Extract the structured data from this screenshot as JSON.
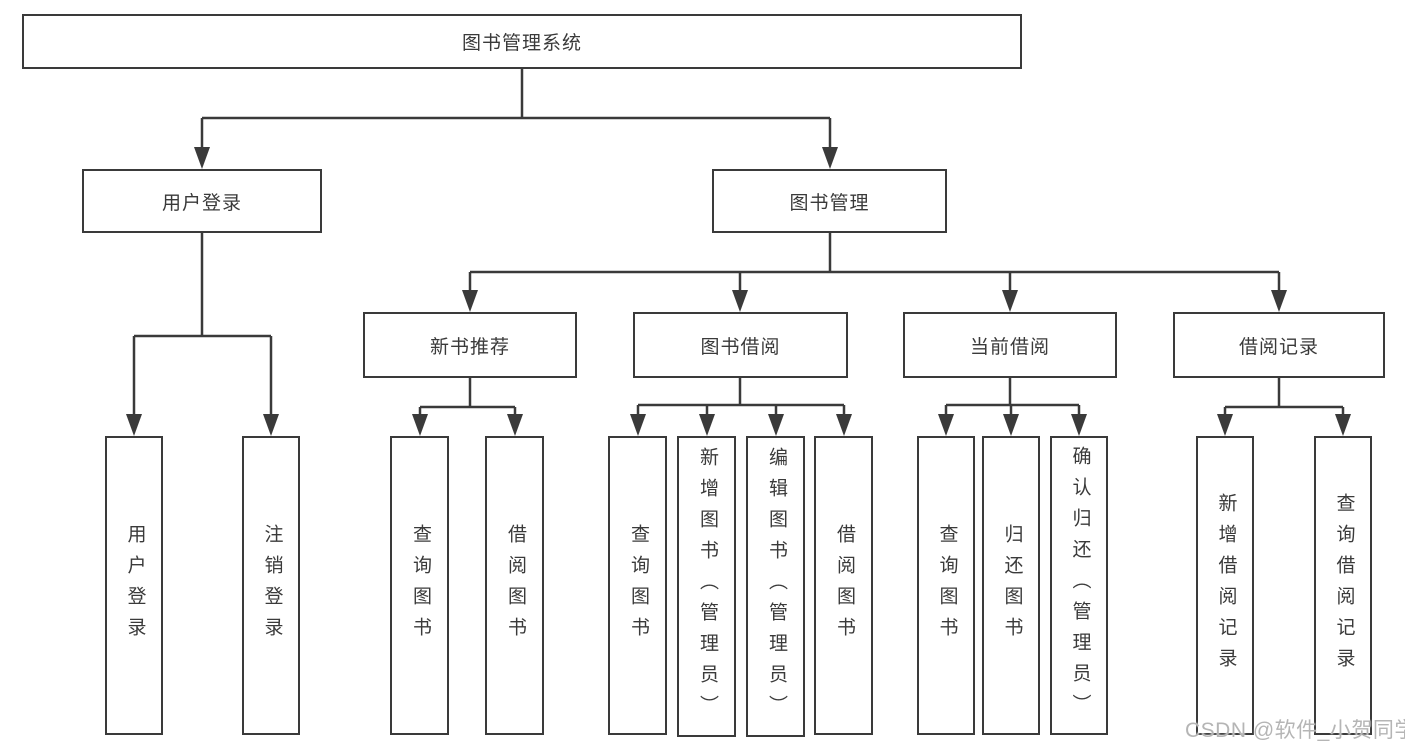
{
  "diagram": {
    "root": {
      "label": "图书管理系统"
    },
    "branches": [
      {
        "label": "用户登录",
        "children": [
          {
            "label": "用户登录"
          },
          {
            "label": "注销登录"
          }
        ]
      },
      {
        "label": "图书管理",
        "children": [
          {
            "label": "新书推荐",
            "children": [
              {
                "label": "查询图书"
              },
              {
                "label": "借阅图书"
              }
            ]
          },
          {
            "label": "图书借阅",
            "children": [
              {
                "label": "查询图书"
              },
              {
                "label": "新增图书（管理员）"
              },
              {
                "label": "编辑图书（管理员）"
              },
              {
                "label": "借阅图书"
              }
            ]
          },
          {
            "label": "当前借阅",
            "children": [
              {
                "label": "查询图书"
              },
              {
                "label": "归还图书"
              },
              {
                "label": "确认归还（管理员）"
              }
            ]
          },
          {
            "label": "借阅记录",
            "children": [
              {
                "label": "新增借阅记录"
              },
              {
                "label": "查询借阅记录"
              }
            ]
          }
        ]
      }
    ]
  },
  "watermark": {
    "text": "CSDN @软件_小贺同学"
  },
  "colors": {
    "line": "#3a3a3a",
    "text": "#3a3a3a",
    "background": "#ffffff",
    "watermark": "#b5b5b5"
  }
}
